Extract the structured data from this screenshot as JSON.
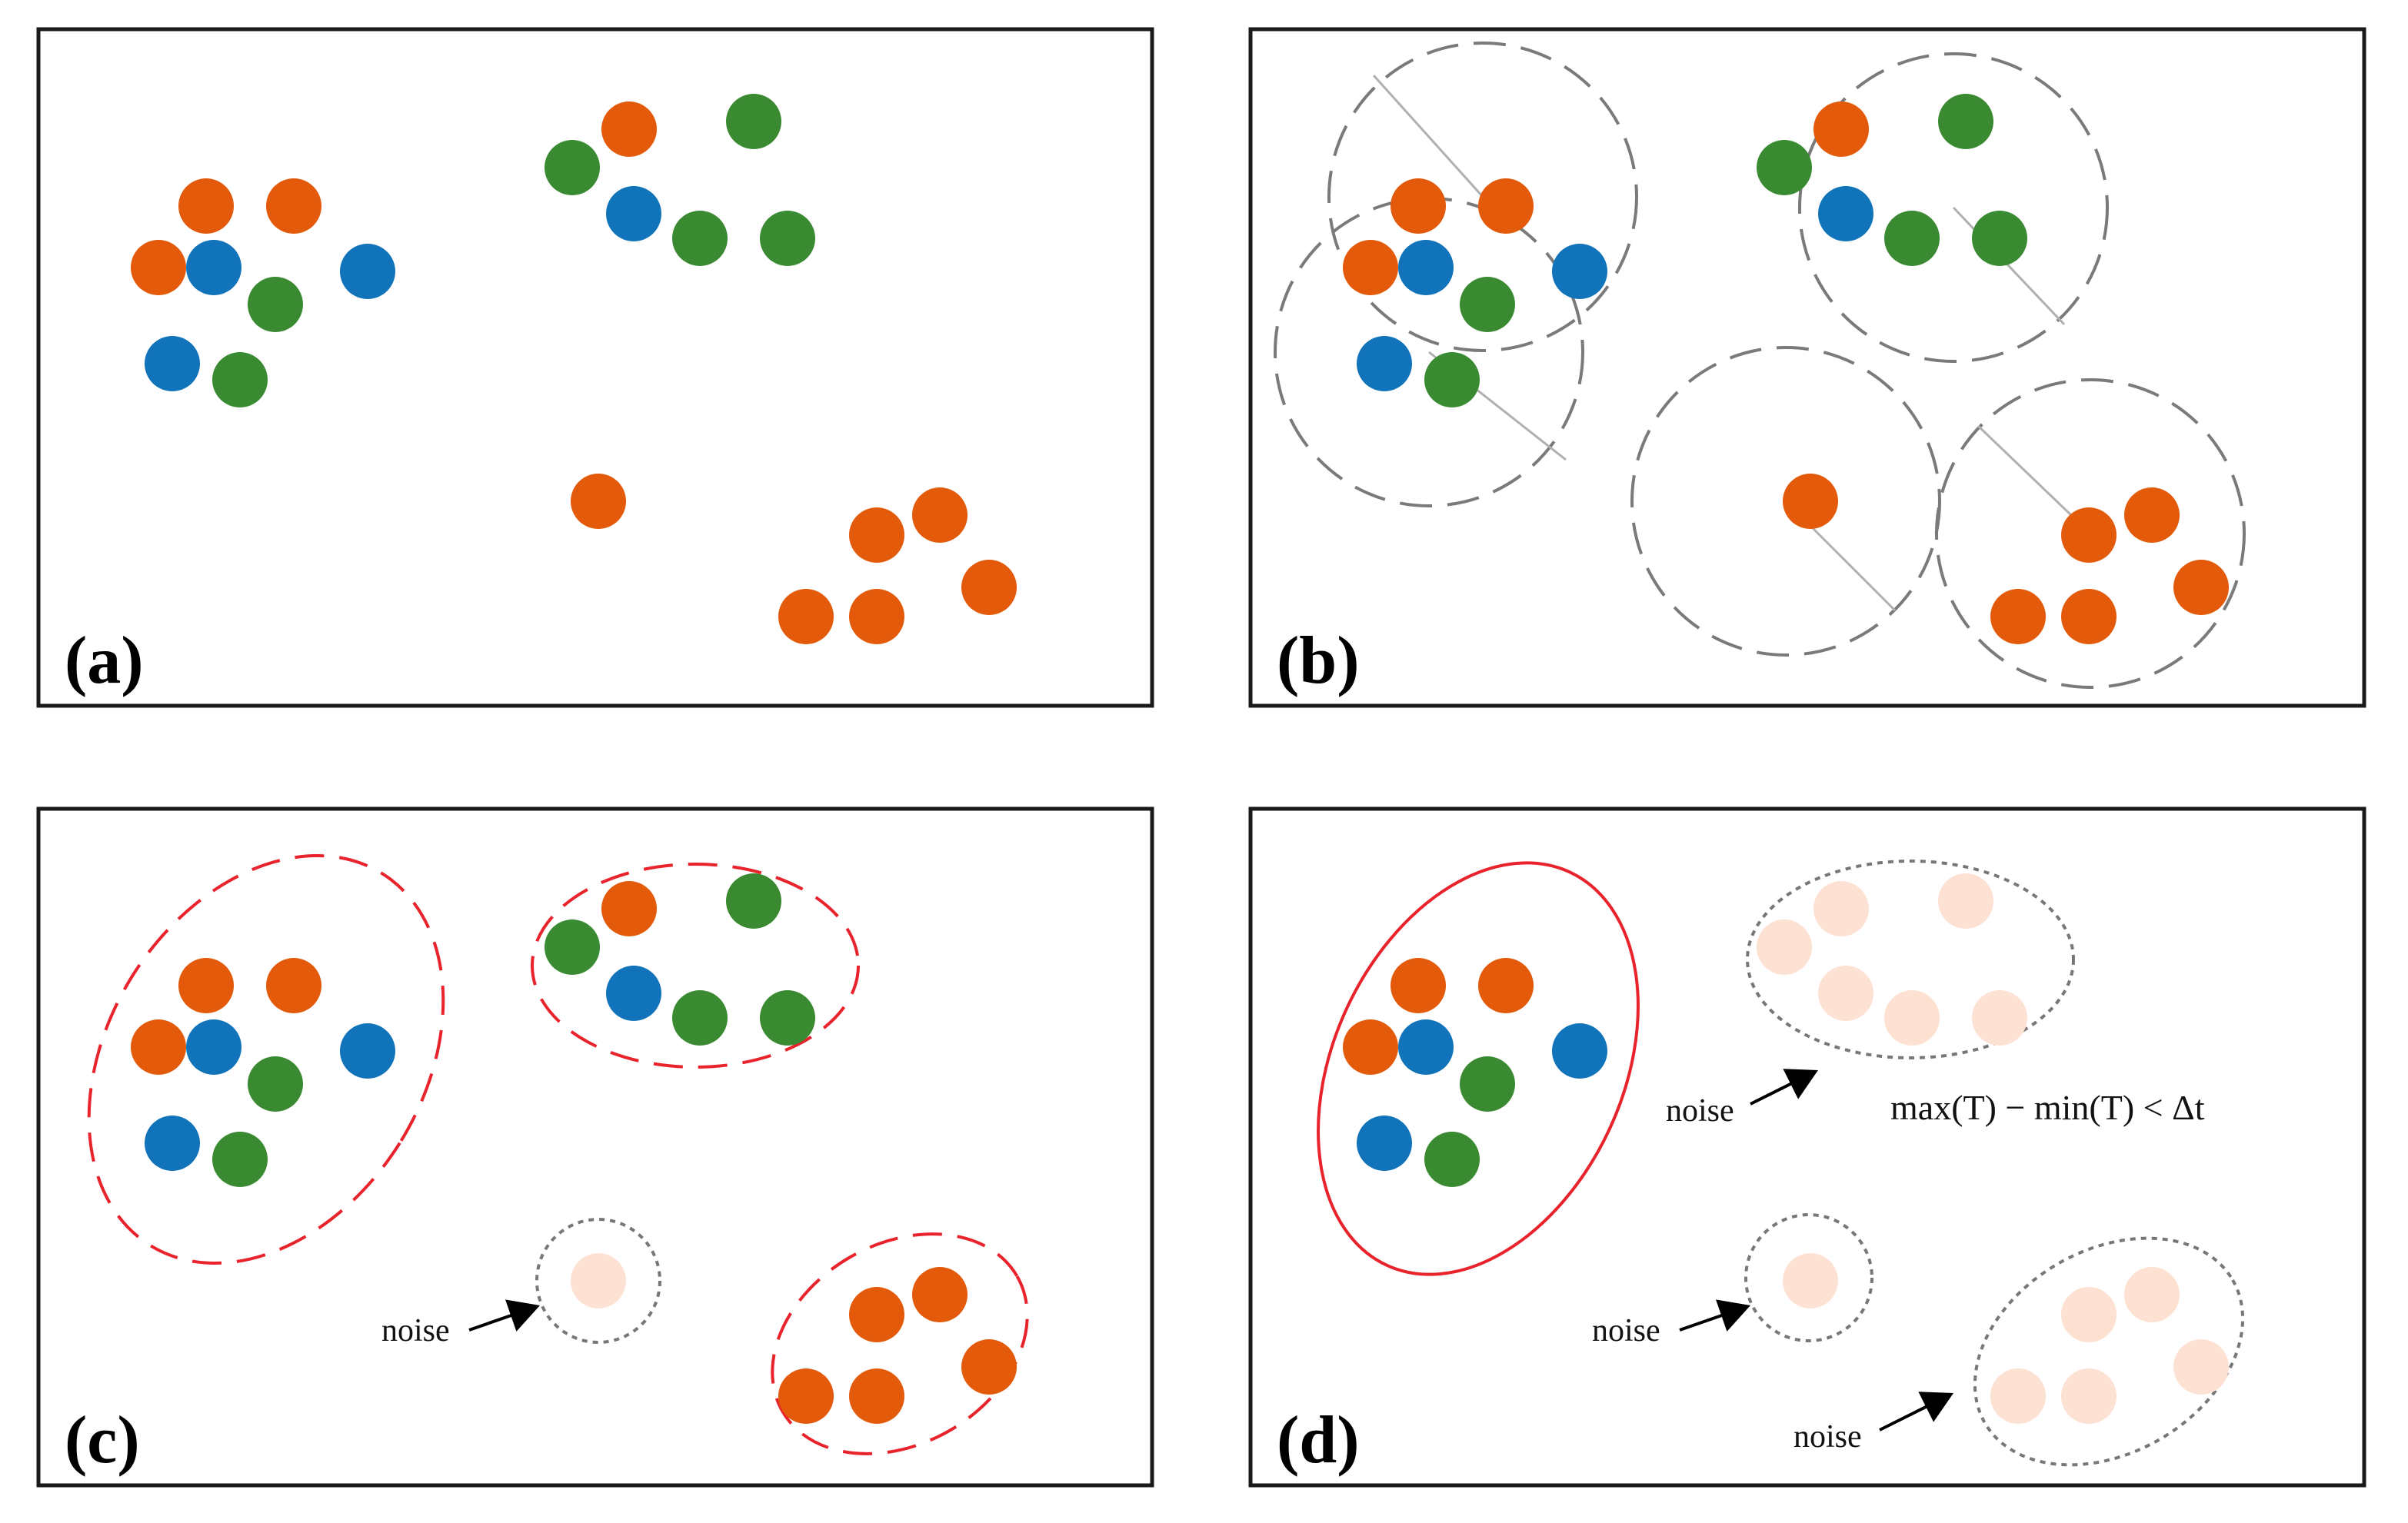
{
  "colors": {
    "orange": "#E35A0B",
    "blue": "#1173B9",
    "green": "#3A8A32",
    "faded": "#FDE1D2",
    "cluster_red": "#E8232B",
    "radius_gray": "#7A7A7A",
    "noise_gray": "#777777",
    "frame": "#1A1A1A"
  },
  "panels": [
    {
      "id": "a",
      "label": "(a)"
    },
    {
      "id": "b",
      "label": "(b)"
    },
    {
      "id": "c",
      "label": "(c)"
    },
    {
      "id": "d",
      "label": "(d)"
    }
  ],
  "annotations": {
    "noise": "noise",
    "formula": "max(T) − min(T) < Δt"
  },
  "point_groups": {
    "group1": [
      {
        "c": "orange"
      },
      {
        "c": "orange"
      },
      {
        "c": "orange"
      },
      {
        "c": "blue"
      },
      {
        "c": "blue"
      },
      {
        "c": "green"
      },
      {
        "c": "blue"
      },
      {
        "c": "green"
      }
    ],
    "group2": [
      {
        "c": "orange"
      },
      {
        "c": "green"
      },
      {
        "c": "green"
      },
      {
        "c": "blue"
      },
      {
        "c": "green"
      },
      {
        "c": "green"
      }
    ],
    "isolated": [
      {
        "c": "orange"
      }
    ],
    "group3": [
      {
        "c": "orange"
      },
      {
        "c": "orange"
      },
      {
        "c": "orange"
      },
      {
        "c": "orange"
      },
      {
        "c": "orange"
      }
    ]
  }
}
